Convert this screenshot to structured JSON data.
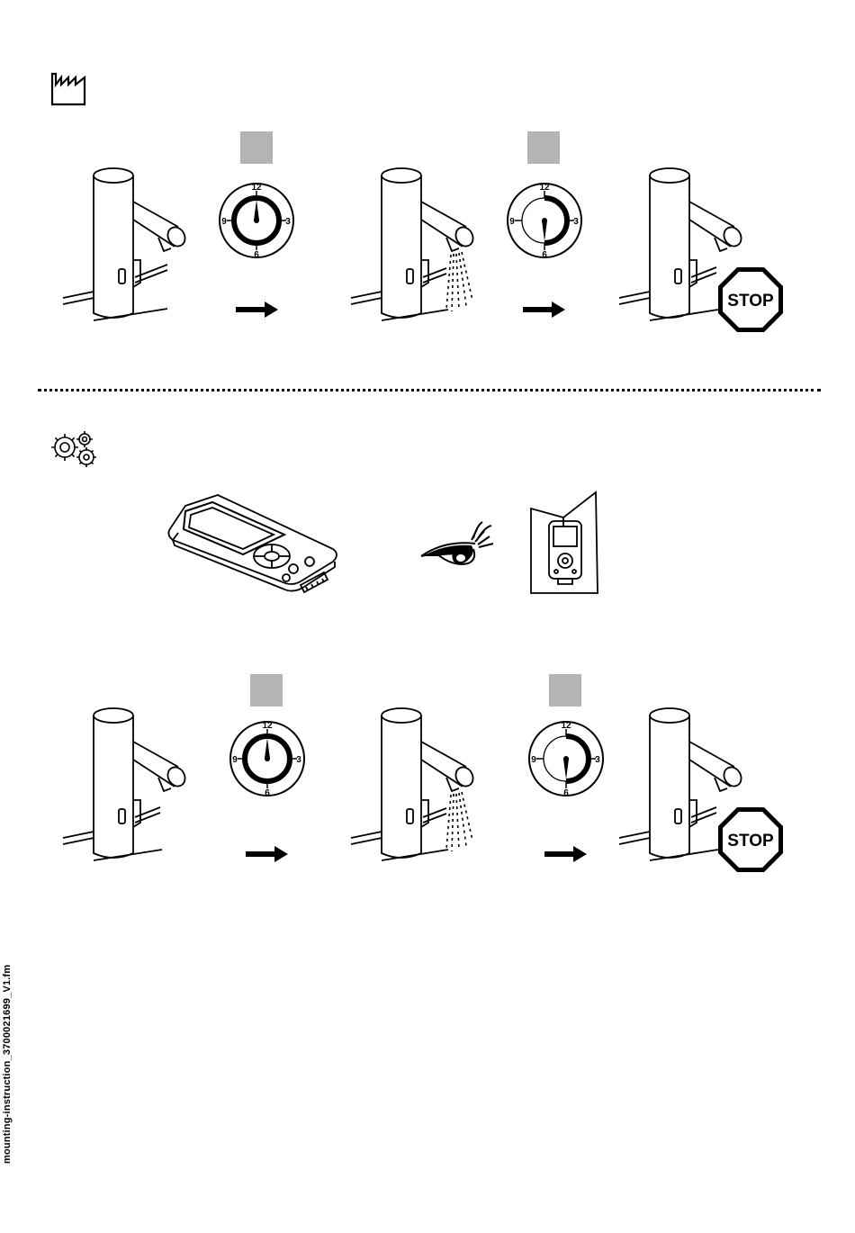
{
  "sections": {
    "factory": {
      "icon": "factory-icon",
      "steps": [
        {
          "type": "faucet",
          "state": "off"
        },
        {
          "type": "dial",
          "marks": {
            "top": "12",
            "right": "3",
            "bottom": "6",
            "left": "9"
          },
          "pointer": "12",
          "fill_fraction": 1.0
        },
        {
          "type": "faucet",
          "state": "running"
        },
        {
          "type": "dial",
          "marks": {
            "top": "12",
            "right": "3",
            "bottom": "6",
            "left": "9"
          },
          "pointer": "6",
          "fill_fraction": 0.5
        },
        {
          "type": "faucet",
          "state": "off"
        }
      ],
      "stop_sign": "STOP"
    },
    "settings": {
      "icon": "gears-icon",
      "device": "remote-control-icon",
      "eye": "eye-icon",
      "manual": "manual-booklet-icon",
      "steps": [
        {
          "type": "faucet",
          "state": "off"
        },
        {
          "type": "dial",
          "marks": {
            "top": "12",
            "right": "3",
            "bottom": "6",
            "left": "9"
          },
          "pointer": "12",
          "fill_fraction": 1.0
        },
        {
          "type": "faucet",
          "state": "running"
        },
        {
          "type": "dial",
          "marks": {
            "top": "12",
            "right": "3",
            "bottom": "6",
            "left": "9"
          },
          "pointer": "6",
          "fill_fraction": 0.5
        },
        {
          "type": "faucet",
          "state": "off"
        }
      ],
      "stop_sign": "STOP"
    }
  },
  "footer": {
    "filename": "mounting-instruction_3700021699_V1.fm"
  },
  "colors": {
    "ink": "#000000",
    "grey_marker": "#b4b4b4"
  }
}
